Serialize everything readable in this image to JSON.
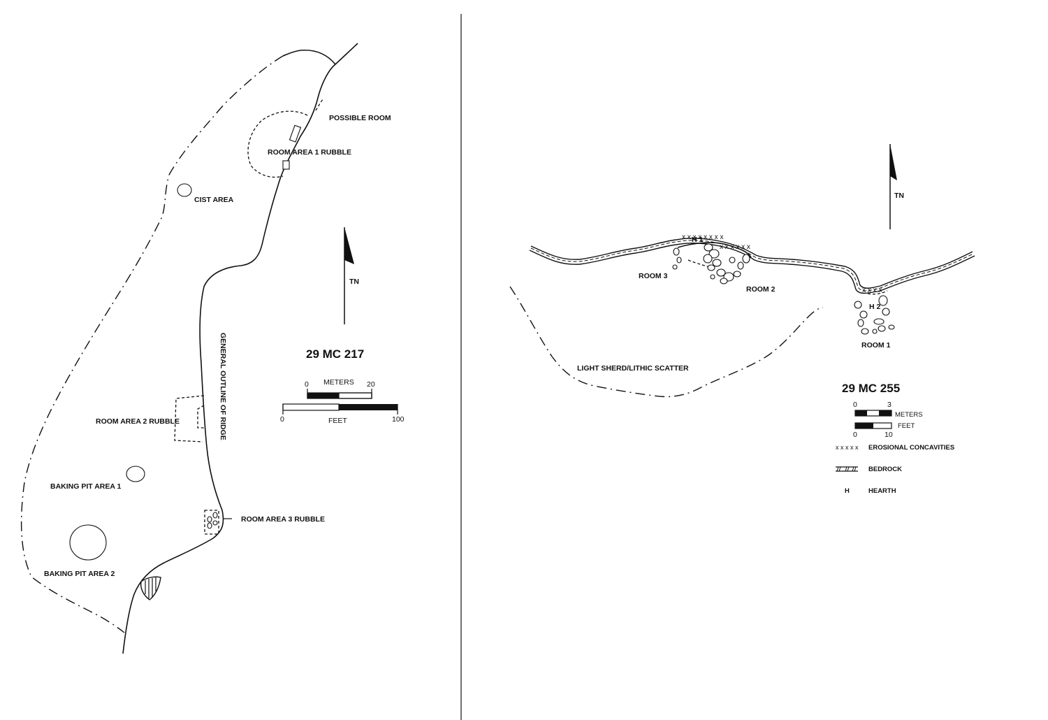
{
  "left_map": {
    "title": "29 MC 217",
    "north_label": "TN",
    "labels": {
      "possible_room": "POSSIBLE ROOM",
      "room_area_1": "ROOM AREA 1 RUBBLE",
      "cist_area": "CIST AREA",
      "ridge": "GENERAL OUTLINE OF RIDGE",
      "room_area_2": "ROOM AREA 2 RUBBLE",
      "baking_pit_1": "BAKING PIT AREA 1",
      "room_area_3": "ROOM AREA 3 RUBBLE",
      "baking_pit_2": "BAKING PIT AREA 2"
    },
    "scale": {
      "meters_label": "METERS",
      "meters_start": "0",
      "meters_end": "20",
      "feet_label": "FEET",
      "feet_start": "0",
      "feet_end": "100"
    }
  },
  "right_map": {
    "title": "29 MC 255",
    "north_label": "TN",
    "labels": {
      "room_3": "ROOM 3",
      "room_2": "ROOM 2",
      "room_1": "ROOM 1",
      "h1": "H 1",
      "h2": "H 2",
      "scatter": "LIGHT SHERD/LITHIC SCATTER"
    },
    "scale": {
      "meters_label": "METERS",
      "meters_start": "0",
      "meters_end": "3",
      "feet_label": "FEET",
      "feet_start": "0",
      "feet_end": "10"
    },
    "legend": [
      {
        "symbol": "xxxxx",
        "label": "EROSIONAL CONCAVITIES"
      },
      {
        "symbol": "bedrock-hatch",
        "label": "BEDROCK"
      },
      {
        "symbol": "H",
        "label": "HEARTH"
      }
    ]
  }
}
